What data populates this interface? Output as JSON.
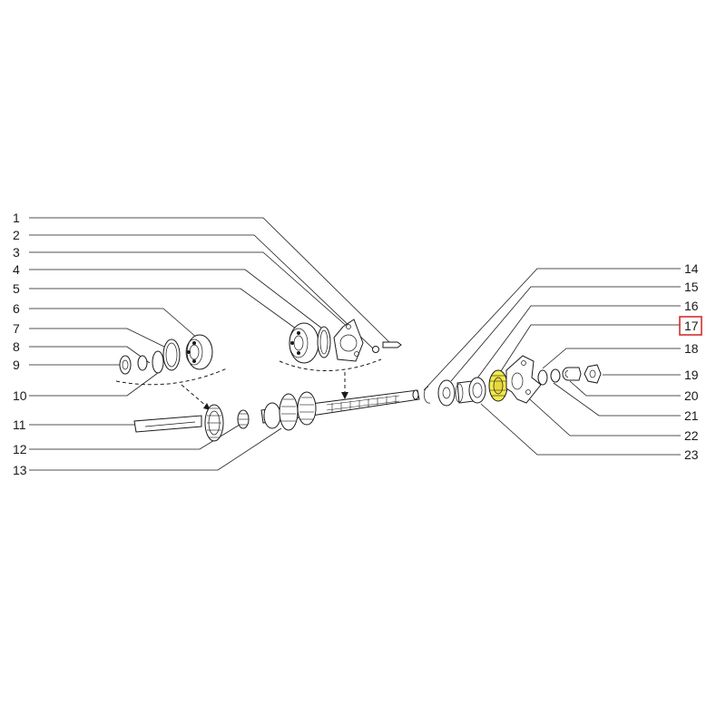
{
  "callouts_left": [
    "1",
    "2",
    "3",
    "4",
    "5",
    "6",
    "7",
    "8",
    "9",
    "10",
    "11",
    "12",
    "13"
  ],
  "callouts_right": [
    "14",
    "15",
    "16",
    "17",
    "18",
    "19",
    "20",
    "21",
    "22",
    "23"
  ],
  "highlight": {
    "label": "17",
    "box_color": "#d32f2f",
    "part_color": "#f2e94e"
  }
}
